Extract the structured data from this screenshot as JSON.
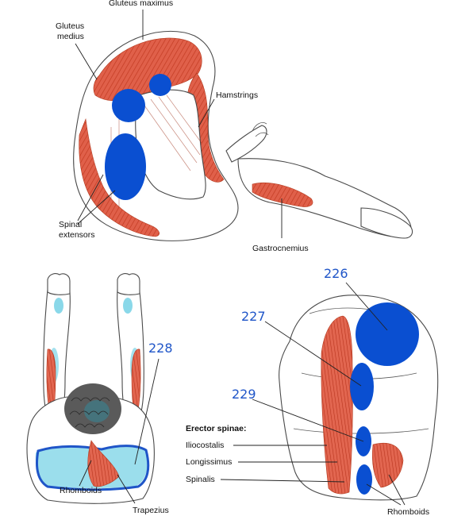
{
  "colors": {
    "marker_blue": "#0a4fd1",
    "number_blue": "#1f55c8",
    "muscle_red": "#e0604a",
    "muscle_dark": "#c23b22",
    "cyan": "#58c8e0",
    "hair": "#555555"
  },
  "top_figure": {
    "labels": {
      "gluteus_maximus": "Gluteus maximus",
      "gluteus_medius_1": "Gluteus",
      "gluteus_medius_2": "medius",
      "hamstrings": "Hamstrings",
      "spinal_extensors_1": "Spinal",
      "spinal_extensors_2": "extensors",
      "gastrocnemius": "Gastrocnemius"
    }
  },
  "bottom_left_figure": {
    "number": "228",
    "labels": {
      "rhomboids": "Rhomboids",
      "trapezius": "Trapezius"
    }
  },
  "bottom_right_figure": {
    "numbers": {
      "n226": "226",
      "n227": "227",
      "n229": "229"
    },
    "labels": {
      "erector_spinae": "Erector spinae:",
      "iliocostalis": "Iliocostalis",
      "longissimus": "Longissimus",
      "spinalis": "Spinalis",
      "rhomboids": "Rhomboids"
    }
  }
}
